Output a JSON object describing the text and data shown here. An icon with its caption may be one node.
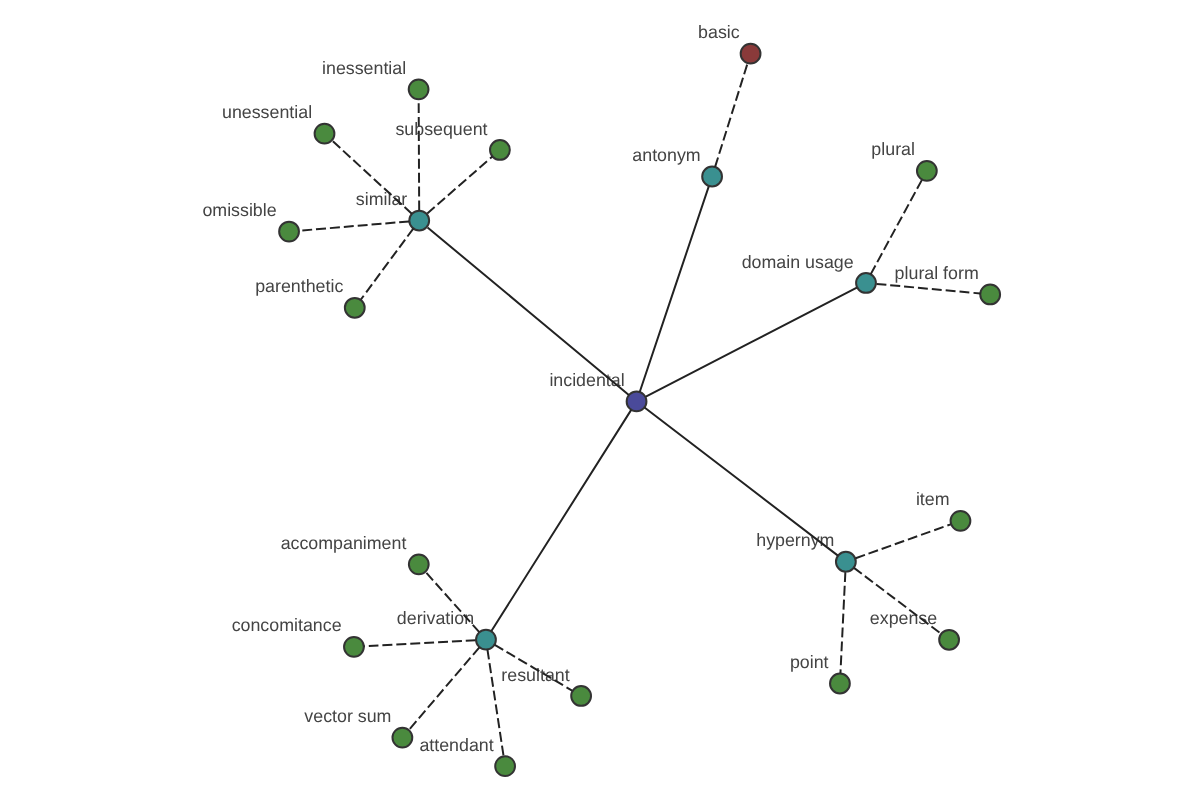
{
  "diagram": {
    "nodes": [
      {
        "text": [
          "incidental"
        ]
      },
      {
        "text": [
          "derivation"
        ]
      },
      {
        "text": [
          "attendant"
        ]
      },
      {
        "text": [
          "accompaniment"
        ]
      },
      {
        "text": [
          "resultant"
        ]
      },
      {
        "text": [
          "concomitance"
        ]
      },
      {
        "text": [
          "vector sum"
        ]
      },
      {
        "text": [
          "hypernym"
        ]
      },
      {
        "text": [
          "point"
        ]
      },
      {
        "text": [
          "item"
        ]
      },
      {
        "text": [
          "expense"
        ]
      },
      {
        "text": [
          "basic"
        ]
      },
      {
        "text": [
          "antonym"
        ]
      },
      {
        "text": [
          "domain usage"
        ]
      },
      {
        "text": [
          "plural"
        ]
      },
      {
        "text": [
          "plural form"
        ]
      },
      {
        "text": [
          "similar"
        ]
      },
      {
        "text": [
          "unessential"
        ]
      },
      {
        "text": [
          "omissible"
        ]
      },
      {
        "text": [
          "inessential"
        ]
      },
      {
        "text": [
          "subsequent"
        ]
      },
      {
        "text": [
          "parenthetic"
        ]
      }
    ],
    "edges": [
      {
        "from": 0,
        "to": 1,
        "arrow": "none"
      },
      {
        "from": 1,
        "to": 2,
        "arrow": "none",
        "style": "dashed"
      },
      {
        "from": 1,
        "to": 3,
        "arrow": "none",
        "style": "dashed"
      },
      {
        "from": 1,
        "to": 4,
        "arrow": "none",
        "style": "dashed"
      },
      {
        "from": 1,
        "to": 5,
        "arrow": "none",
        "style": "dashed"
      },
      {
        "from": 1,
        "to": 6,
        "arrow": "none",
        "style": "dashed"
      },
      {
        "from": 0,
        "to": 7,
        "arrow": "none"
      },
      {
        "from": 7,
        "to": 8,
        "arrow": "none",
        "style": "dashed"
      },
      {
        "from": 7,
        "to": 9,
        "arrow": "none",
        "style": "dashed"
      },
      {
        "from": 7,
        "to": 10,
        "arrow": "none",
        "style": "dashed"
      },
      {
        "from": 0,
        "to": 12,
        "arrow": "none"
      },
      {
        "from": 12,
        "to": 11,
        "arrow": "none",
        "style": "dashed"
      },
      {
        "from": 0,
        "to": 13,
        "arrow": "none"
      },
      {
        "from": 13,
        "to": 14,
        "arrow": "none",
        "style": "dashed"
      },
      {
        "from": 13,
        "to": 15,
        "arrow": "none",
        "style": "dashed"
      },
      {
        "from": 0,
        "to": 16,
        "arrow": "none"
      },
      {
        "from": 16,
        "to": 17,
        "arrow": "none",
        "style": "dashed"
      },
      {
        "from": 16,
        "to": 18,
        "arrow": "none",
        "style": "dashed"
      },
      {
        "from": 16,
        "to": 19,
        "arrow": "none",
        "style": "dashed"
      },
      {
        "from": 16,
        "to": 20,
        "arrow": "none",
        "style": "dashed"
      },
      {
        "from": 16,
        "to": 21,
        "arrow": "none",
        "style": "dashed"
      }
    ]
  }
}
